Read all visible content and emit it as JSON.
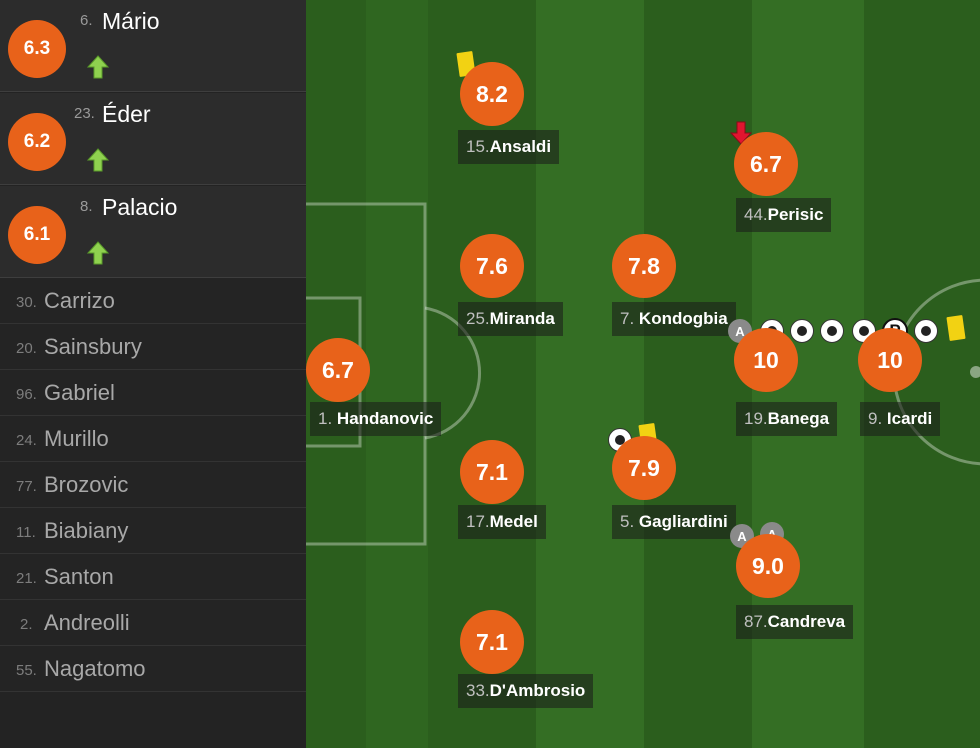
{
  "substitutes": [
    {
      "rating": "6.3",
      "number": "6.",
      "name": "Mário"
    },
    {
      "rating": "6.2",
      "number": "23.",
      "name": "Éder"
    },
    {
      "rating": "6.1",
      "number": "8.",
      "name": "Palacio"
    }
  ],
  "bench": [
    {
      "number": "30.",
      "name": "Carrizo"
    },
    {
      "number": "20.",
      "name": "Sainsbury"
    },
    {
      "number": "96.",
      "name": "Gabriel"
    },
    {
      "number": "24.",
      "name": "Murillo"
    },
    {
      "number": "77.",
      "name": "Brozovic"
    },
    {
      "number": "11.",
      "name": "Biabiany"
    },
    {
      "number": "21.",
      "name": "Santon"
    },
    {
      "number": "2.",
      "name": "Andreolli"
    },
    {
      "number": "55.",
      "name": "Nagatomo"
    }
  ],
  "players": {
    "handanovic": {
      "rating": "6.7",
      "number": "1.",
      "name": "Handanovic"
    },
    "ansaldi": {
      "rating": "8.2",
      "number": "15.",
      "name": "Ansaldi"
    },
    "miranda": {
      "rating": "7.6",
      "number": "25.",
      "name": "Miranda"
    },
    "medel": {
      "rating": "7.1",
      "number": "17.",
      "name": "Medel"
    },
    "dambrosio": {
      "rating": "7.1",
      "number": "33.",
      "name": "D'Ambrosio"
    },
    "kondogbia": {
      "rating": "7.8",
      "number": "7.",
      "name": "Kondogbia"
    },
    "gagliardini": {
      "rating": "7.9",
      "number": "5.",
      "name": "Gagliardini"
    },
    "perisic": {
      "rating": "6.7",
      "number": "44.",
      "name": "Perisic"
    },
    "banega": {
      "rating": "10",
      "number": "19.",
      "name": "Banega"
    },
    "candreva": {
      "rating": "9.0",
      "number": "87.",
      "name": "Candreva"
    },
    "icardi": {
      "rating": "10",
      "number": "9.",
      "name": "Icardi"
    }
  },
  "icons": {
    "assist_letter": "A",
    "penalty_letter": "P"
  },
  "colors": {
    "rating_badge": "#e8621a",
    "pitch_dark": "#2a5d1c",
    "pitch_light": "#336b22",
    "yellow_card": "#f2d213",
    "sub_in_arrow": "#8fd14f",
    "sub_out_arrow": "#e0152f"
  }
}
